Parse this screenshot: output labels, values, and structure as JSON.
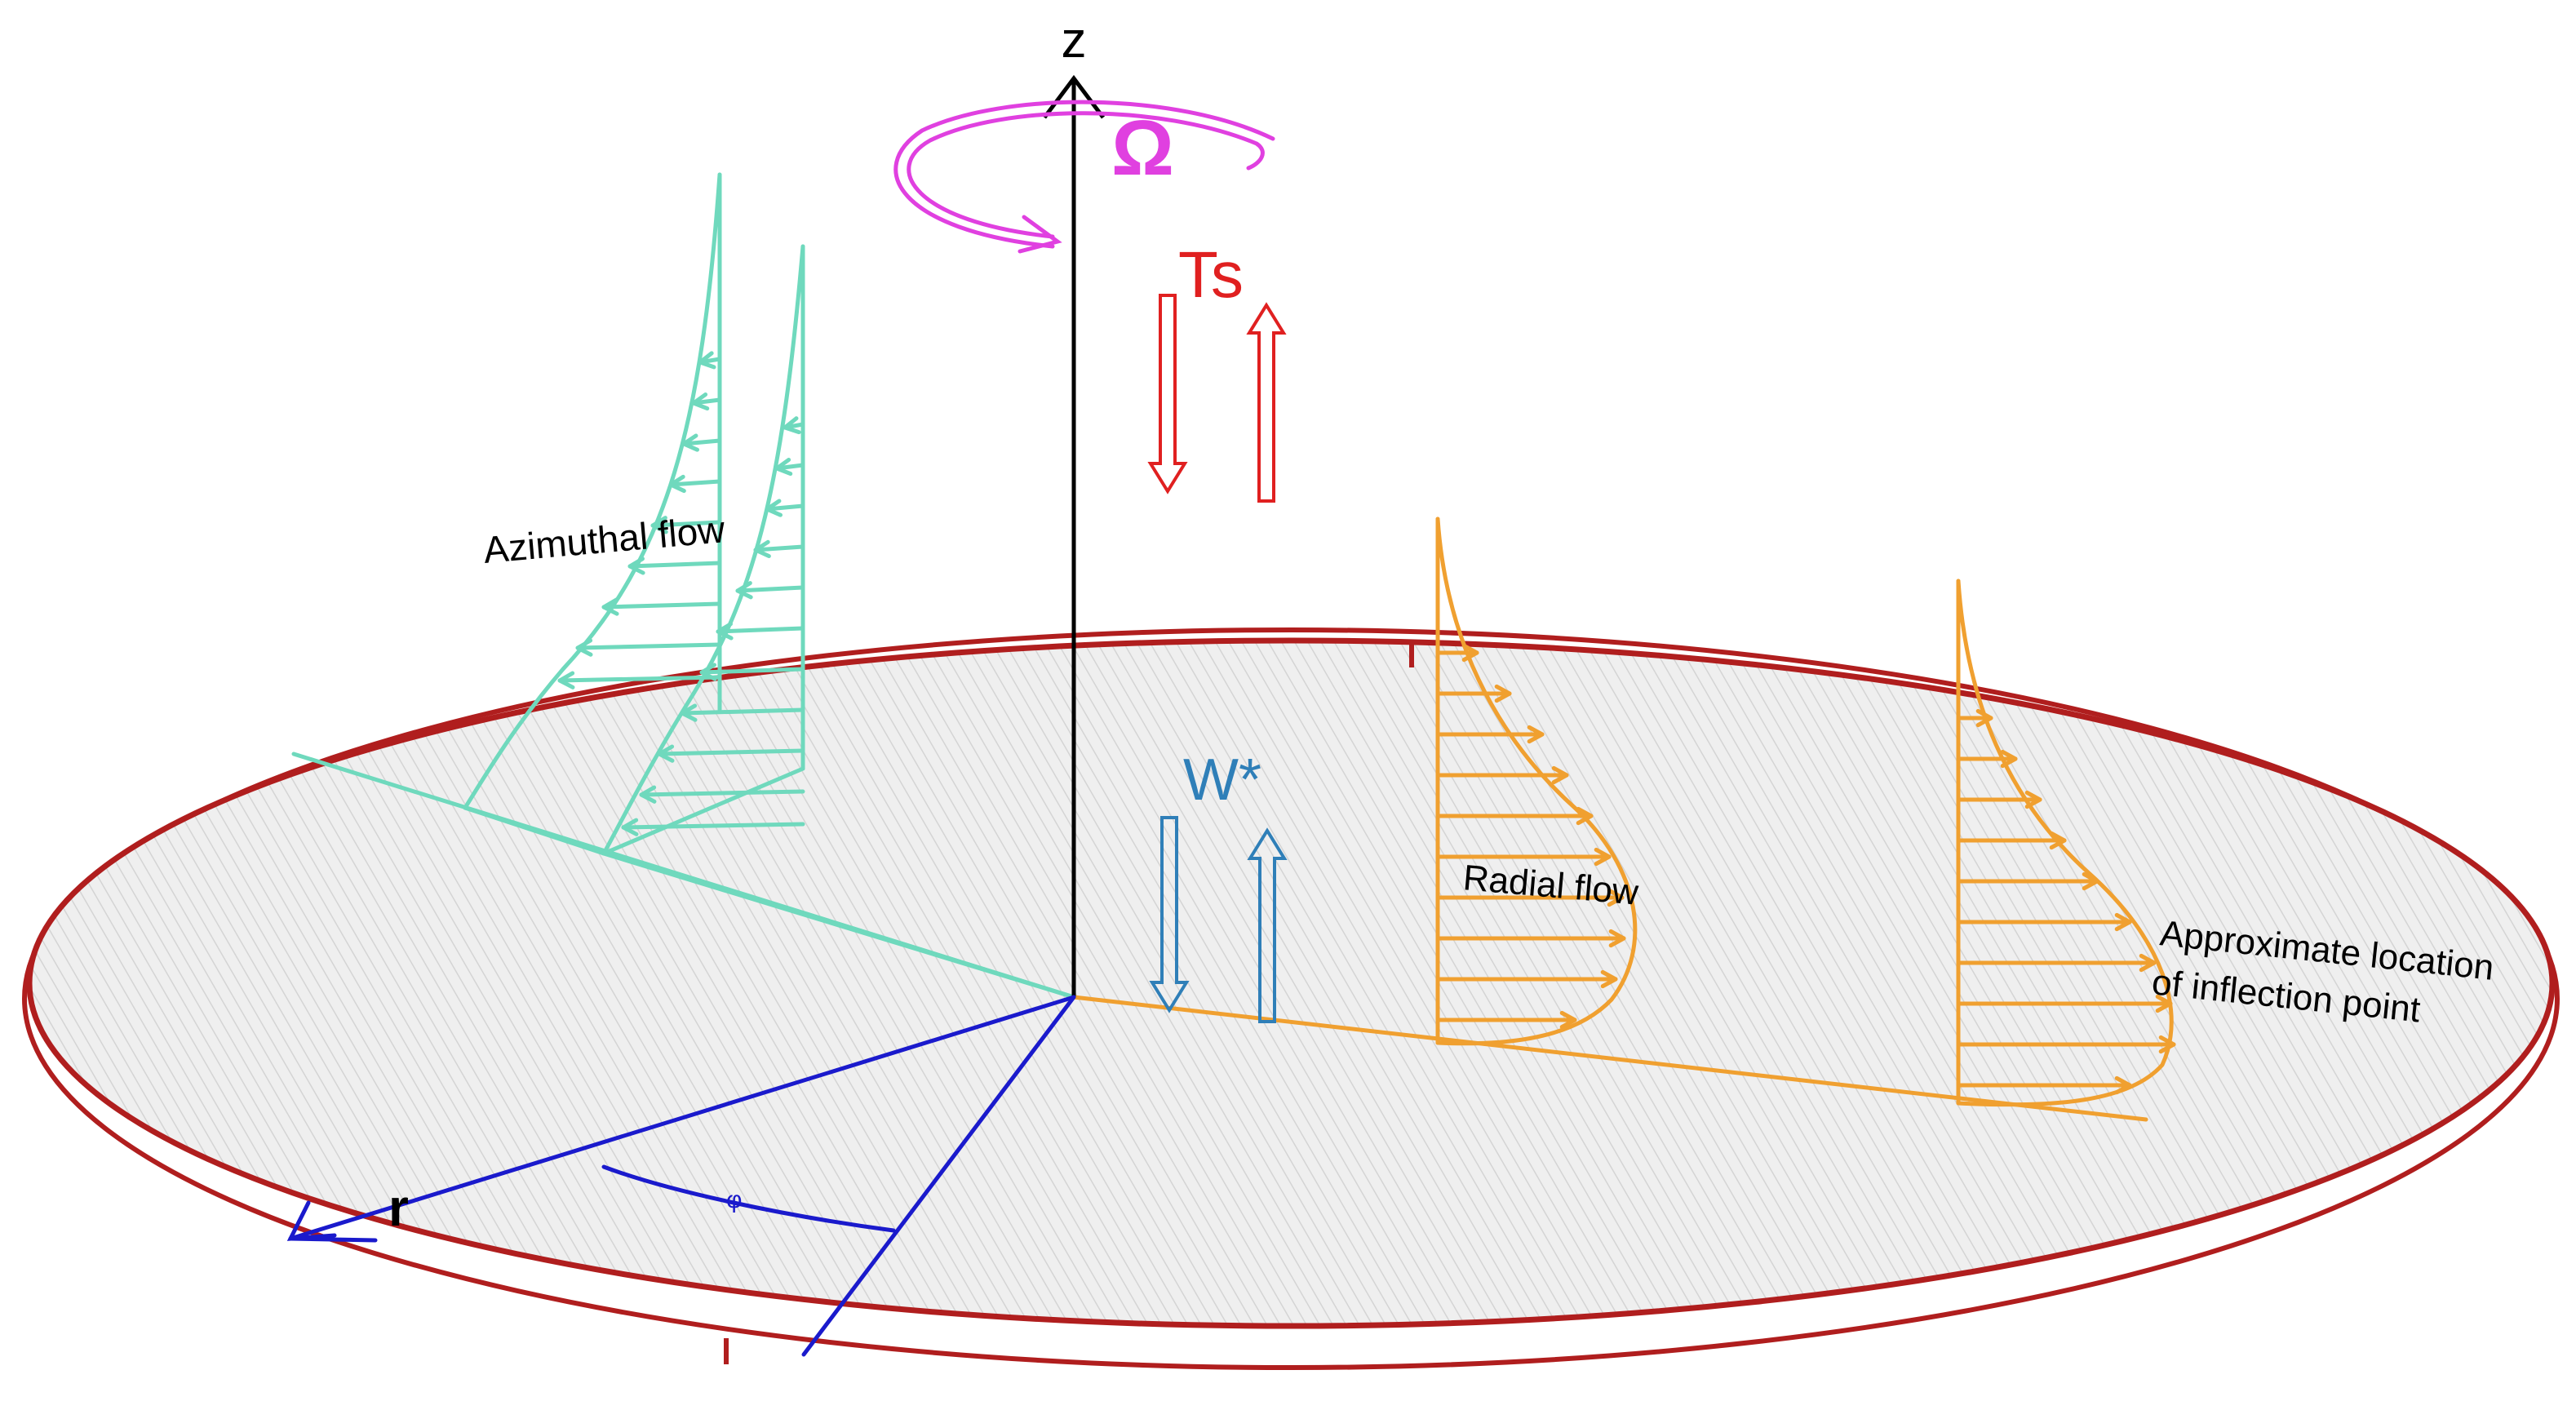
{
  "labels": {
    "z_axis": "z",
    "r_axis": "r",
    "omega": "Ω",
    "ts": "Ts",
    "w_star": "W*",
    "phi": "φ",
    "azimuthal_flow": "Azimuthal flow",
    "radial_flow": "Radial flow",
    "inflection_line1": "Approximate location",
    "inflection_line2": "of inflection point"
  },
  "colors": {
    "disk_rim": "#b01e1e",
    "disk_fill": "#ececec",
    "axis": "#000000",
    "r_axis": "#1a1acc",
    "azimuthal": "#6fd9bd",
    "radial": "#f0a030",
    "ts_arrows": "#e02020",
    "w_arrows": "#2f7fb8",
    "omega": "#e040e0"
  }
}
